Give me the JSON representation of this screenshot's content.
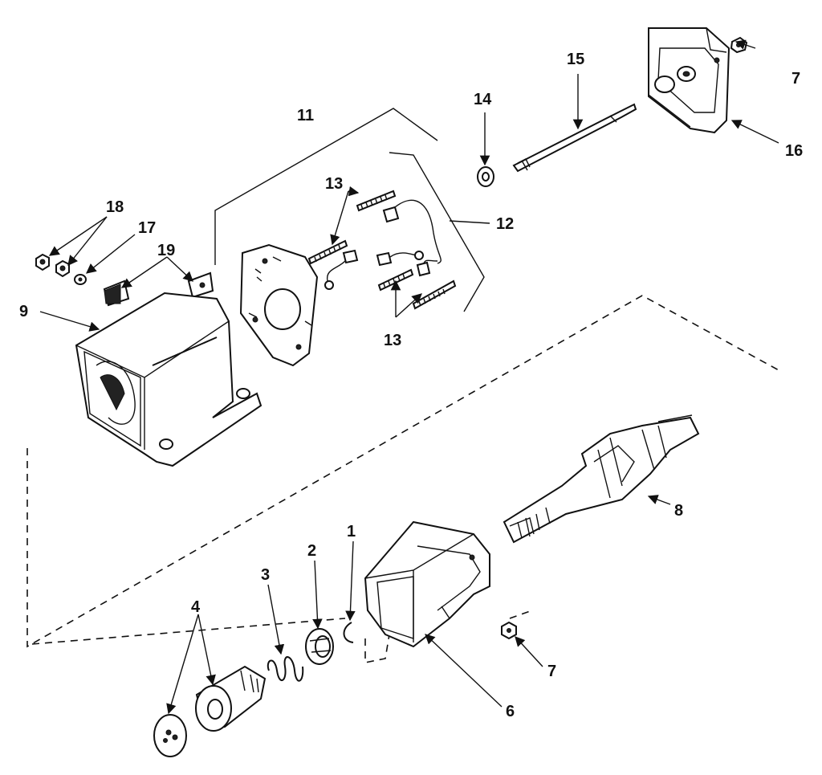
{
  "diagram": {
    "colors": {
      "ink": "#111111",
      "background": "#ffffff"
    },
    "callouts": {
      "n1": "1",
      "n2": "2",
      "n3": "3",
      "n4": "4",
      "n6": "6",
      "n7a": "7",
      "n7b": "7",
      "n8": "8",
      "n9": "9",
      "n11": "11",
      "n12": "12",
      "n13a": "13",
      "n13b": "13",
      "n14": "14",
      "n15": "15",
      "n16": "16",
      "n17": "17",
      "n18": "18",
      "n19": "19"
    }
  }
}
